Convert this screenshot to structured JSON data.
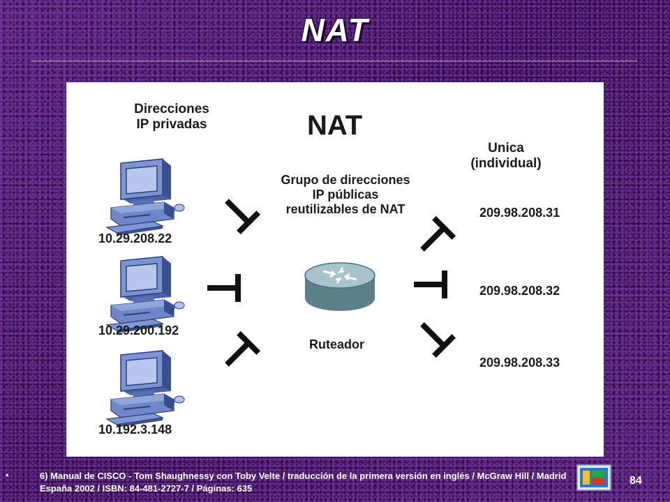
{
  "slide": {
    "title": "NAT",
    "page_number": "84",
    "footer_bullet": "•",
    "footer_text": "6) Manual de CISCO - Tom Shaughnessy con Toby Velte / traducción de la primera versión en inglés / McGraw Hill / Madrid España 2002 / ISBN: 84-481-2727-7 / Páginas: 635"
  },
  "diagram": {
    "heading": "NAT",
    "private_heading": [
      "Direcciones",
      "IP privadas"
    ],
    "pool_heading": [
      "Grupo de direcciones",
      "IP públicas",
      "reutilizables de NAT"
    ],
    "unique_heading": [
      "Unica",
      "(individual)"
    ],
    "router_label": "Ruteador",
    "hosts": [
      {
        "ip": "10.29.208.22"
      },
      {
        "ip": "10.29.200.192"
      },
      {
        "ip": "10.192.3.148"
      }
    ],
    "public_ips": [
      "209.98.208.31",
      "209.98.208.32",
      "209.98.208.33"
    ],
    "colors": {
      "computer_body": "#6f86c8",
      "computer_dark": "#3a4f8f",
      "router_top": "#a9c3cc",
      "router_side": "#5c7f8c",
      "arrow": "#111111"
    },
    "icons": [
      "computer-icon",
      "router-icon",
      "arrow-icon"
    ]
  }
}
